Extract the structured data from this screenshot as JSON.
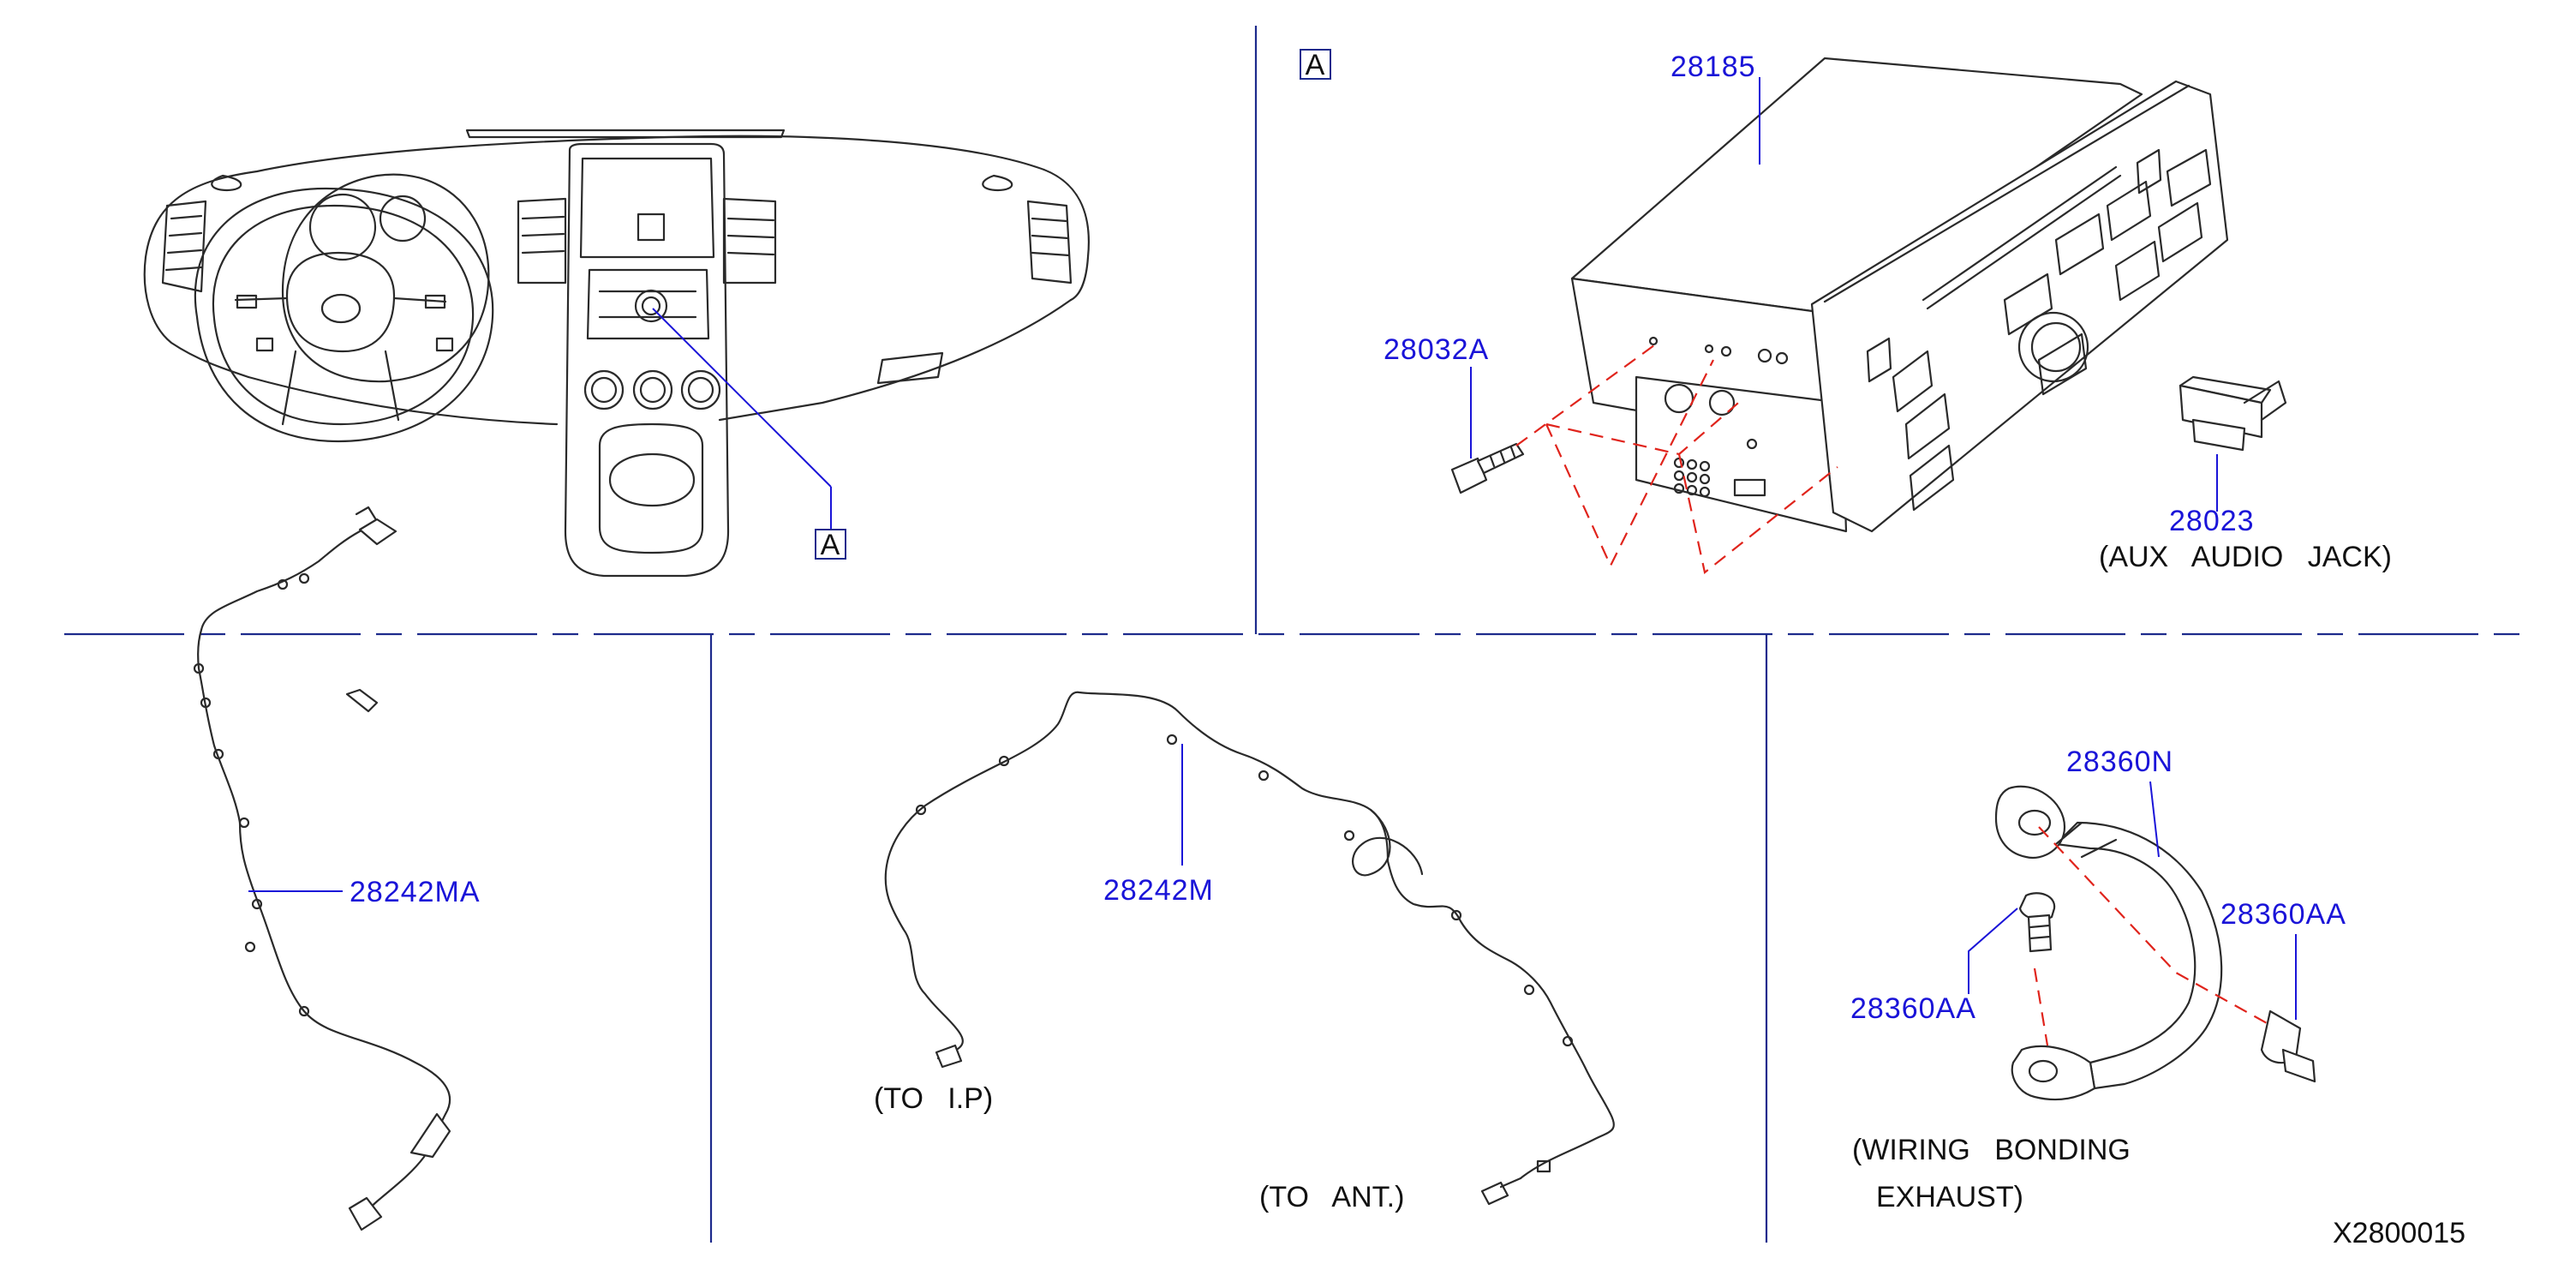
{
  "reference_marks": {
    "view_a_top": "A",
    "view_a_callout": "A"
  },
  "parts": {
    "p28185": "28185",
    "p28032A": "28032A",
    "p28023": "28023",
    "p28242MA": "28242MA",
    "p28242M": "28242M",
    "p28360N": "28360N",
    "p28360AA_right": "28360AA",
    "p28360AA_left": "28360AA"
  },
  "notes": {
    "aux_audio_jack": "(AUX   AUDIO   JACK)",
    "to_ip": "(TO   I.P)",
    "to_ant": "(TO   ANT.)",
    "wiring_line1": "(WIRING   BONDING",
    "wiring_line2": "EXHAUST)"
  },
  "diagram_id": "X2800015",
  "colors": {
    "part_number": "#1a14d8",
    "divider": "#1d2a8c",
    "assembly_line": "#e0241c",
    "drawing": "#2a2a2a"
  }
}
